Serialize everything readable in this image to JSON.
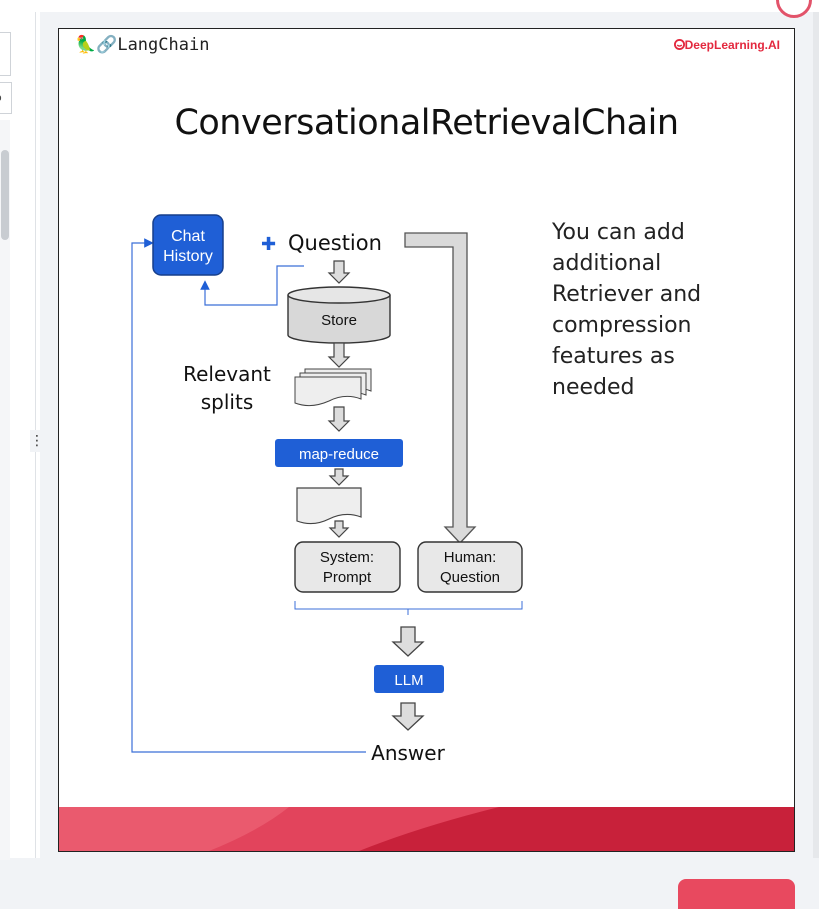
{
  "left_panel": {
    "chip_glyph": "o",
    "splitter_glyph": "⋮"
  },
  "slide": {
    "logo": "🦜🔗LangChain",
    "brand": "DeepLearning.AI",
    "title": "ConversationalRetrievalChain",
    "side_note": "You can add additional Retriever and compression features as needed",
    "diagram": {
      "chat_history": [
        "Chat",
        "History"
      ],
      "plus_glyph": "✚",
      "question": "Question",
      "store": "Store",
      "relevant_splits": [
        "Relevant",
        "splits"
      ],
      "map_reduce": "map-reduce",
      "system_prompt": [
        "System:",
        "Prompt"
      ],
      "human_question": [
        "Human:",
        "Question"
      ],
      "llm": "LLM",
      "answer": "Answer"
    }
  },
  "colors": {
    "accent_blue": "#1f5fd6",
    "brand_red": "#e3283e",
    "footer_red": "#e2445c",
    "button_red": "#e8495f",
    "panel_bg": "#f1f3f6"
  }
}
